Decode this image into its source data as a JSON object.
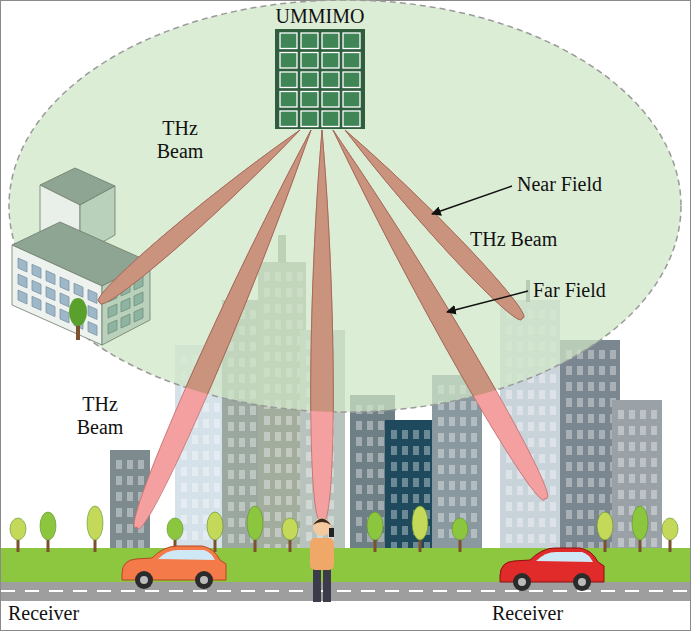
{
  "diagram": {
    "nodes": [
      {
        "text": [
          "UMMIMO"
        ]
      }
    ],
    "labels": [
      "THz Beam",
      "Near Field",
      "THz Beam",
      "Far Field",
      "THz Beam",
      "Receiver",
      "Receiver"
    ]
  }
}
